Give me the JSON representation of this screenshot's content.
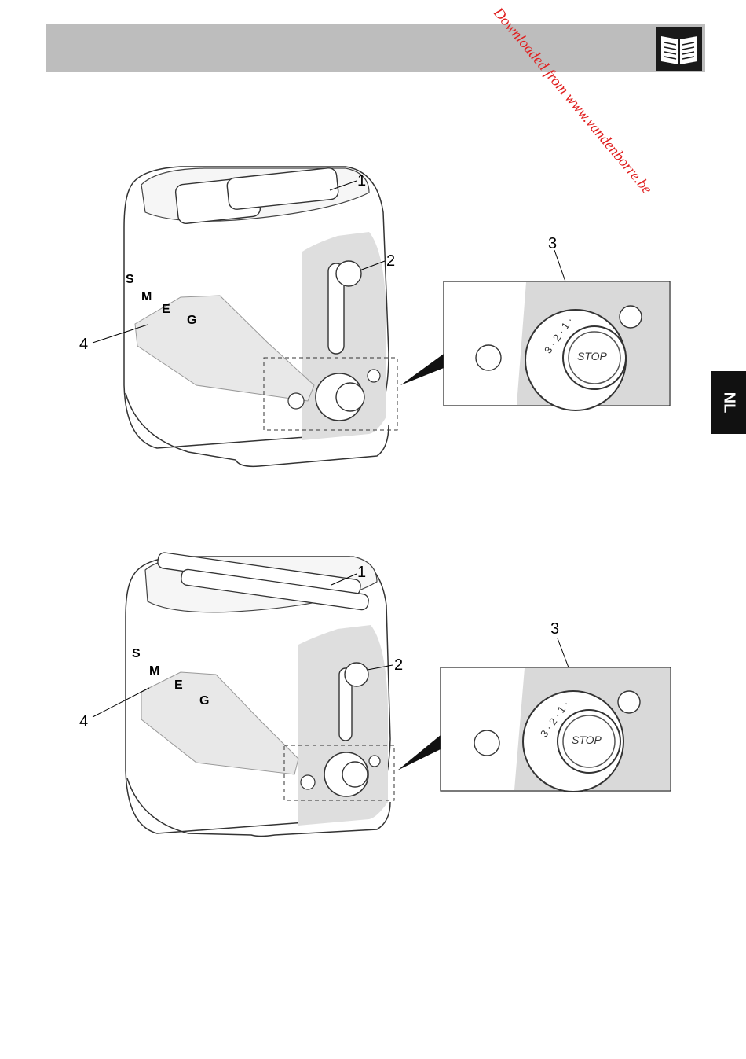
{
  "header": {
    "icon": "book-icon"
  },
  "watermark": {
    "text": "Downloaded from www.vandenborre.be"
  },
  "language_tab": {
    "label": "NL"
  },
  "figures": [
    {
      "callouts": {
        "c1": "1",
        "c2": "2",
        "c3": "3",
        "c4": "4"
      },
      "brand_letters": [
        "S",
        "M",
        "E",
        "G"
      ],
      "dial": {
        "stop": "STOP",
        "marks": "3 · 2 · 1 ·"
      }
    },
    {
      "callouts": {
        "c1": "1",
        "c2": "2",
        "c3": "3",
        "c4": "4"
      },
      "brand_letters": [
        "S",
        "M",
        "E",
        "G"
      ],
      "dial": {
        "stop": "STOP",
        "marks": "3 · 2 · 1 ·"
      }
    }
  ]
}
